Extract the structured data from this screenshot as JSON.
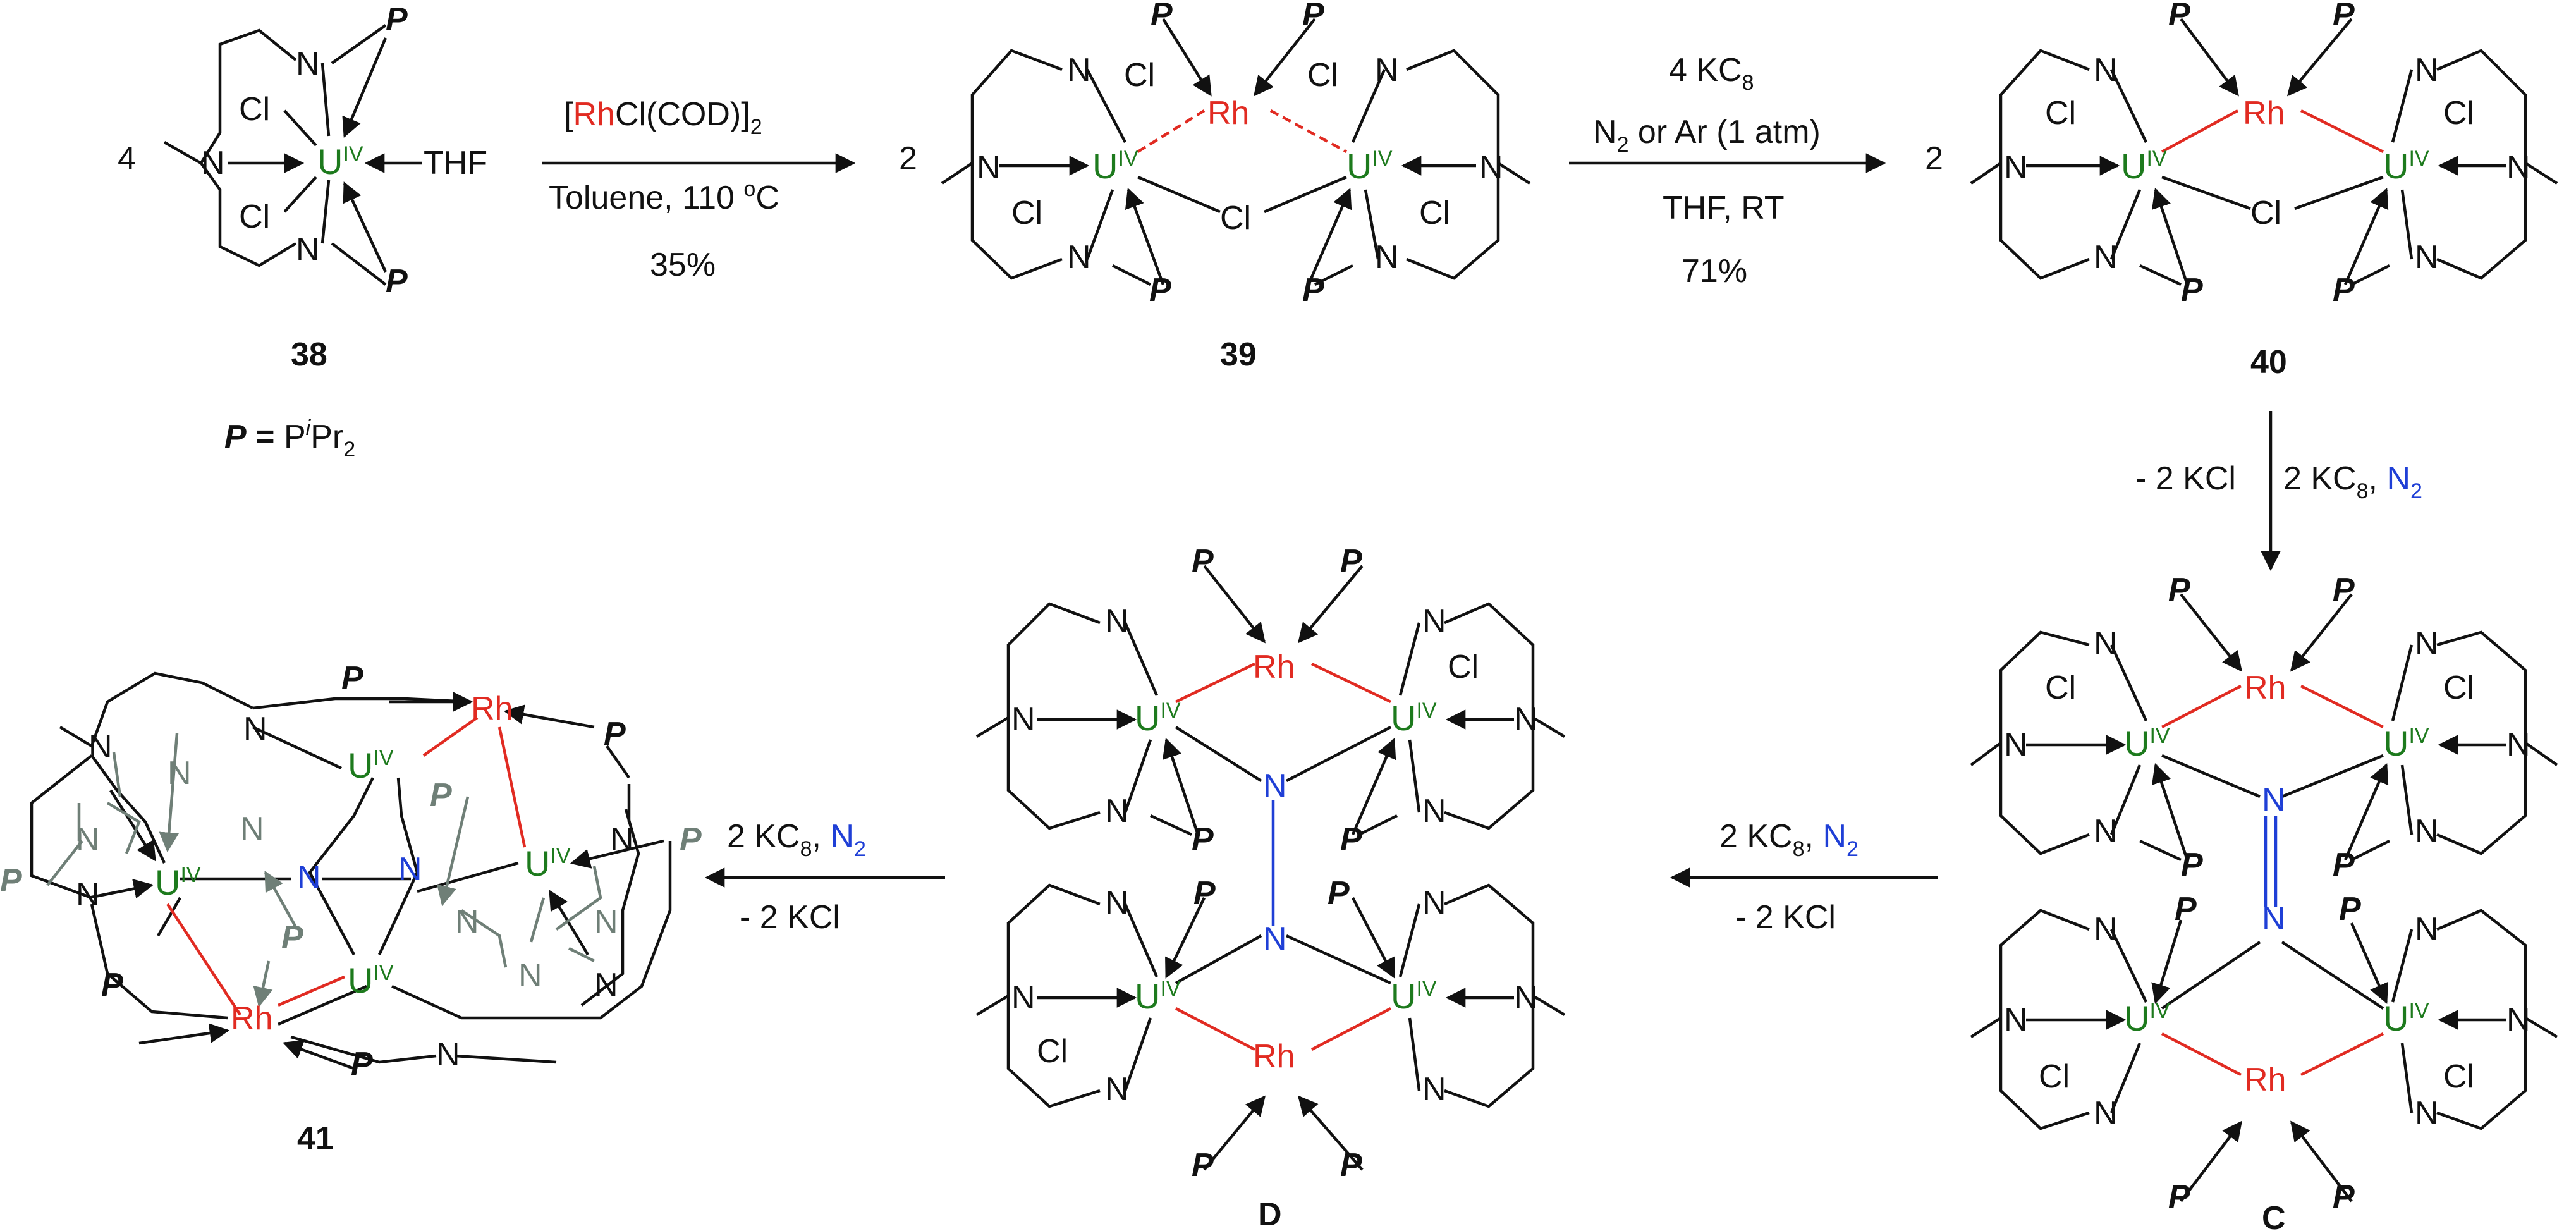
{
  "colors": {
    "uranium": "#1d7a1d",
    "rhodium": "#e12b22",
    "dinitrogen": "#1f3fd6",
    "gray_ligand": "#6f7f77"
  },
  "compound_labels": {
    "c38": "38",
    "c39": "39",
    "c40": "40",
    "c41": "41",
    "cD": "D",
    "cC": "C"
  },
  "legend": {
    "p_symbol": "P",
    "equals": " = ",
    "p_def": "P",
    "p_sup": "i",
    "p_pr": "Pr",
    "p_sub": "2"
  },
  "atoms": {
    "u": "U",
    "u_ox": "IV",
    "rh": "Rh",
    "n": "N",
    "cl": "Cl",
    "p": "P",
    "thf": "THF"
  },
  "coefficients": {
    "c38": "4",
    "c39": "2",
    "c40": "2"
  },
  "reactions": {
    "r1": {
      "reagent_open": "[",
      "reagent_rh": "Rh",
      "reagent_rest": "Cl(COD)]",
      "reagent_sub": "2",
      "solvent": "Toluene,  110 ",
      "temp_sup": "o",
      "temp_unit": "C",
      "yield": "35%"
    },
    "r2": {
      "reagent": "4 KC",
      "reagent_sub": "8",
      "atm_a": "N",
      "atm_sub": "2",
      "atm_b": " or Ar (1 atm)",
      "cond": "THF, RT",
      "yield": "71%"
    },
    "r3": {
      "left": "- 2 KCl",
      "right_a": "2 KC",
      "right_sub": "8",
      "right_comma": ", ",
      "right_n": "N",
      "right_nsub": "2"
    },
    "r4": {
      "top_a": "2 KC",
      "top_sub": "8",
      "top_comma": ", ",
      "top_n": "N",
      "top_nsub": "2",
      "bottom": "- 2 KCl"
    },
    "r5": {
      "top_a": "2 KC",
      "top_sub": "8",
      "top_comma": ", ",
      "top_n": "N",
      "top_nsub": "2",
      "bottom": "- 2 KCl"
    }
  }
}
